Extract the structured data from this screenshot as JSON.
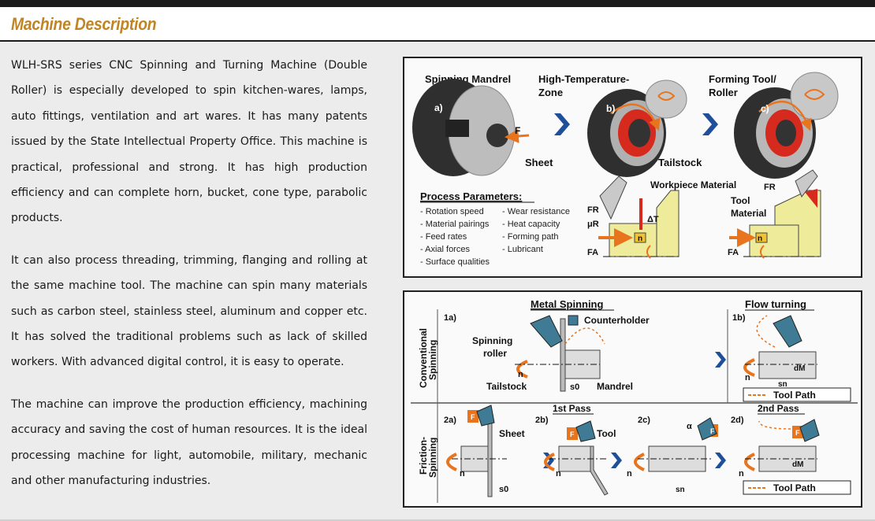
{
  "header": {
    "title": "Machine Description"
  },
  "description": {
    "paragraphs": [
      "WLH-SRS series CNC Spinning and Turning Machine (Double Roller) is especially developed to spin kitchen-wares, lamps, auto fittings, ventilation and art wares. It has many patents issued by the State Intellectual Property Office. This machine is practical, professional and strong. It has high production efficiency and can complete horn, bucket, cone type, parabolic products.",
      "It can also process threading, trimming, flanging and rolling at the same machine tool. The machine can spin many materials such as carbon steel, stainless steel, aluminum and copper etc. It has solved the traditional problems such as lack of skilled workers. With advanced digital control, it is easy to operate.",
      "The machine can improve the production efficiency, machining accuracy and saving the cost of human resources. It is the ideal processing machine for light, automobile, military, mechanic and other manufacturing industries."
    ]
  },
  "figure1": {
    "labels": {
      "spinning_mandrel": "Spinning Mandrel",
      "high_temp_1": "High-Temperature-",
      "high_temp_2": "Zone",
      "forming_tool_1": "Forming Tool/",
      "forming_tool_2": "Roller",
      "sheet": "Sheet",
      "tailstock": "Tailstock",
      "force_f": "F",
      "step_a": "a)",
      "step_b": "b)",
      "step_c": "c)"
    },
    "process_parameters": {
      "heading": "Process Parameters:",
      "col1": [
        "- Rotation speed",
        "- Material pairings",
        "- Feed rates",
        "- Axial forces",
        "- Surface qualities"
      ],
      "col2": [
        "- Wear resistance",
        "- Heat capacity",
        "- Forming path",
        "- Lubricant"
      ]
    },
    "detail": {
      "workpiece_material": "Workpiece Material",
      "tool_material_1": "Tool",
      "tool_material_2": "Material",
      "fr": "FR",
      "mur": "μR",
      "delta_t": "ΔT",
      "n": "n",
      "fa": "FA"
    }
  },
  "figure2": {
    "metal_spinning": "Metal Spinning",
    "flow_turning": "Flow turning",
    "conventional_1": "Conventional",
    "conventional_2": "Spinning",
    "friction_1": "Friction-",
    "friction_2": "Spinning",
    "step_1a": "1a)",
    "step_1b": "1b)",
    "step_2a": "2a)",
    "step_2b": "2b)",
    "step_2c": "2c)",
    "step_2d": "2d)",
    "counterholder": "Counterholder",
    "spinning_roller_1": "Spinning",
    "spinning_roller_2": "roller",
    "tailstock": "Tailstock",
    "mandrel": "Mandrel",
    "s0": "s0",
    "sn": "sn",
    "dm": "dM",
    "n": "n",
    "tool_path": "Tool Path",
    "first_pass": "1st Pass",
    "second_pass": "2nd Pass",
    "sheet": "Sheet",
    "tool": "Tool",
    "alpha": "α",
    "f": "F"
  },
  "colors": {
    "title": "#c08522",
    "accent_orange": "#e8741e",
    "chevron_blue": "#1f4f9a",
    "tool_teal": "#3f7b94",
    "heat_red": "#d62a1e"
  }
}
